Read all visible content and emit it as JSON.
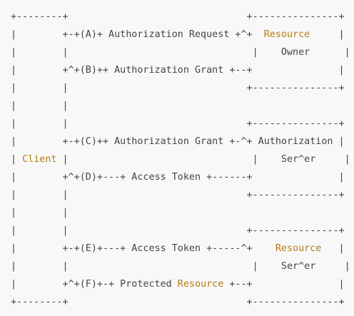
{
  "diagram": {
    "lines": [
      [
        {
          "t": "+--------+                               +---------------+"
        }
      ],
      [
        {
          "t": "|        +-+(A)+ Authorization Request +^+  "
        },
        {
          "t": "Resource",
          "c": "hl"
        },
        {
          "t": "     |"
        }
      ],
      [
        {
          "t": "|        |                                |    Owner      |"
        }
      ],
      [
        {
          "t": "|        +^+(B)++ Authorization Grant +--+               |"
        }
      ],
      [
        {
          "t": "|        |                               +---------------+"
        }
      ],
      [
        {
          "t": "|        |"
        }
      ],
      [
        {
          "t": "|        |                               +---------------+"
        }
      ],
      [
        {
          "t": "|        +-+(C)++ Authorization Grant +-^+ Authorization |"
        }
      ],
      [
        {
          "t": "| "
        },
        {
          "t": "Client",
          "c": "hl"
        },
        {
          "t": " |                                |    Ser^er     |"
        }
      ],
      [
        {
          "t": "|        +^+(D)+---+ Access Token +------+               |"
        }
      ],
      [
        {
          "t": "|        |                               +---------------+"
        }
      ],
      [
        {
          "t": "|        |"
        }
      ],
      [
        {
          "t": "|        |                               +---------------+"
        }
      ],
      [
        {
          "t": "|        +-+(E)+---+ Access Token +-----^+    "
        },
        {
          "t": "Resource",
          "c": "hl"
        },
        {
          "t": "   |"
        }
      ],
      [
        {
          "t": "|        |                                |    Ser^er     |"
        }
      ],
      [
        {
          "t": "|        +^+(F)+-+ Protected "
        },
        {
          "t": "Resource",
          "c": "hl"
        },
        {
          "t": " +--+               |"
        }
      ],
      [
        {
          "t": "+--------+                               +---------------+"
        }
      ]
    ]
  }
}
